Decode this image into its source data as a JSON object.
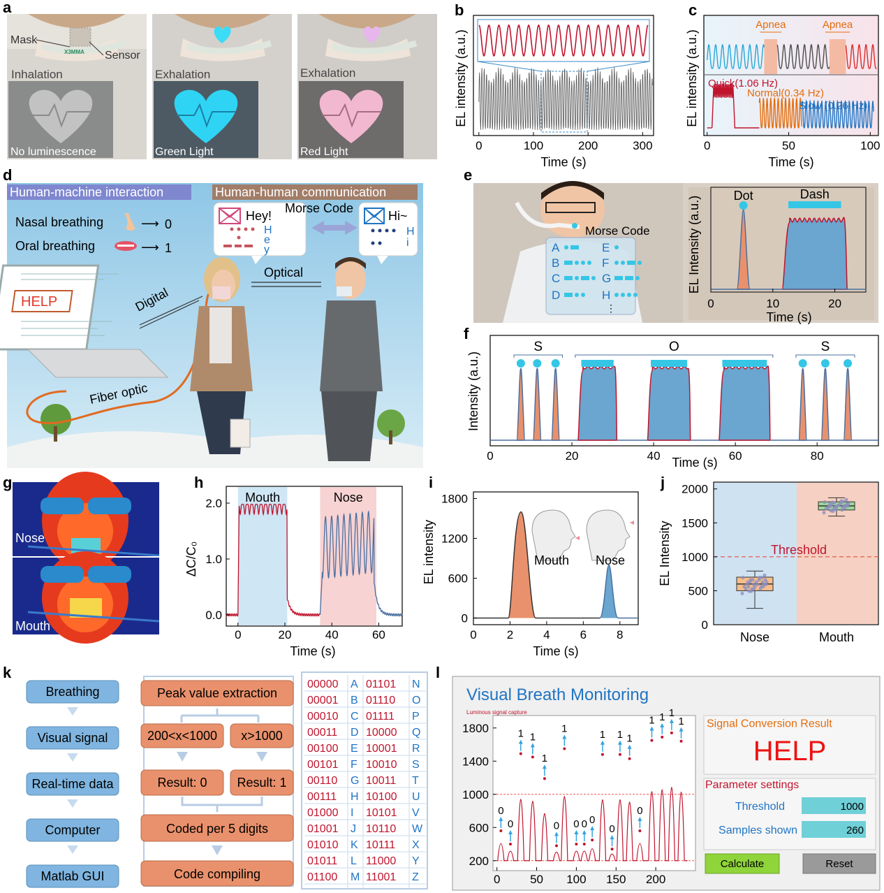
{
  "panel_letters": [
    "a",
    "b",
    "c",
    "d",
    "e",
    "f",
    "g",
    "h",
    "i",
    "j",
    "k",
    "l"
  ],
  "panel_a": {
    "labels": {
      "mask": "Mask",
      "sensor": "Sensor",
      "sensor_text": "X3MMA"
    },
    "photos": [
      {
        "state": "Inhalation",
        "caption": "No luminescence",
        "heart_color": "#c8c8c8"
      },
      {
        "state": "Exhalation",
        "caption": "Green Light",
        "heart_color": "#2fd4f5"
      },
      {
        "state": "Exhalation",
        "caption": "Red Light",
        "heart_color": "#f2b8d0"
      }
    ]
  },
  "panel_d": {
    "hmi_title": "Human-machine interaction",
    "hhc_title": "Human-human communication",
    "nasal": "Nasal breathing",
    "nasal_value": "0",
    "oral": "Oral breathing",
    "oral_value": "1",
    "arrow": "⟶",
    "morse_code": "Morse Code",
    "hey": "Hey!",
    "hey_letters": [
      "H",
      "e",
      "y"
    ],
    "hi": "Hi~",
    "hi_letters": [
      "H",
      "i"
    ],
    "help": "HELP",
    "digital": "Digital",
    "optical": "Optical",
    "fiber": "Fiber optic"
  },
  "panel_e": {
    "morse_label": "Morse Code",
    "letters": [
      "A",
      "B",
      "C",
      "D",
      "E",
      "F",
      "G",
      "H"
    ],
    "more": "⋮"
  },
  "panel_g": {
    "nose": "Nose",
    "mouth": "Mouth"
  },
  "panel_i": {
    "mouth": "Mouth",
    "nose": "Nose"
  },
  "panel_k": {
    "flow_left": [
      "Breathing",
      "Visual signal",
      "Real-time data",
      "Computer",
      "Matlab GUI"
    ],
    "peak": "Peak value extraction",
    "cond0": "200<x<1000",
    "cond1": "x>1000",
    "res0": "Result: 0",
    "res1": "Result: 1",
    "coded": "Coded per 5 digits",
    "compile": "Code compiling",
    "table": [
      [
        "00000",
        "A",
        "01101",
        "N"
      ],
      [
        "00001",
        "B",
        "01110",
        "O"
      ],
      [
        "00010",
        "C",
        "01111",
        "P"
      ],
      [
        "00011",
        "D",
        "10000",
        "Q"
      ],
      [
        "00100",
        "E",
        "10001",
        "R"
      ],
      [
        "00101",
        "F",
        "10010",
        "S"
      ],
      [
        "00110",
        "G",
        "10011",
        "T"
      ],
      [
        "00111",
        "H",
        "10100",
        "U"
      ],
      [
        "01000",
        "I",
        "10101",
        "V"
      ],
      [
        "01001",
        "J",
        "10110",
        "W"
      ],
      [
        "01010",
        "K",
        "10111",
        "X"
      ],
      [
        "01011",
        "L",
        "11000",
        "Y"
      ],
      [
        "01100",
        "M",
        "11001",
        "Z"
      ]
    ]
  },
  "panel_l": {
    "title": "Visual Breath Monitoring",
    "plot_caption": "Luminous signal capture",
    "result_title": "Signal Conversion Result",
    "result": "HELP",
    "params_title": "Parameter settings",
    "threshold_label": "Threshold",
    "threshold_value": "1000",
    "samples_label": "Samples shown",
    "samples_value": "260",
    "calculate": "Calculate",
    "reset": "Reset"
  },
  "colors": {
    "red": "#c0142d",
    "blue": "#1f74c4",
    "orange": "#e46c0a",
    "fill_orange": "#e9916c",
    "fill_blue": "#6aa6cf",
    "cyan": "#35c6e6",
    "teal_box": "#6fd0d8"
  },
  "chart_data": [
    {
      "id": "b",
      "type": "line",
      "xlabel": "Time (s)",
      "ylabel": "EL intensity (a.u.)",
      "xticks": [
        0,
        100,
        200,
        300
      ],
      "xlim": [
        -10,
        320
      ],
      "series": [
        {
          "values": "dense oscillating trace 0-320 s"
        },
        {
          "values": "zoom 110-190 s, 17 peaks"
        }
      ],
      "zoom_range": [
        110,
        190
      ]
    },
    {
      "id": "c",
      "type": "line",
      "xlabel": "Time (s)",
      "ylabel": "EL intensity (a.u.)",
      "xticks": [
        0,
        50,
        100
      ],
      "xlim": [
        -2,
        105
      ],
      "annotations": [
        "Apnea",
        "Apnea"
      ],
      "apnea_ranges": [
        [
          35,
          43
        ],
        [
          75,
          85
        ]
      ],
      "series": [
        {
          "name": "Quick(1.06 Hz)",
          "range": [
            0,
            17
          ]
        },
        {
          "name": "Normal(0.34 Hz)",
          "range": [
            32,
            60
          ]
        },
        {
          "name": "Slow (0.26 Hz)",
          "range": [
            60,
            102
          ]
        }
      ]
    },
    {
      "id": "e",
      "type": "line",
      "xlabel": "Time (s)",
      "ylabel": "EL Intensity (a.u.)",
      "xticks": [
        0,
        10,
        20
      ],
      "xlim": [
        0,
        25
      ],
      "annotations": [
        "Dot",
        "Dash"
      ],
      "pulses": [
        {
          "label": "Dot",
          "start": 4.2,
          "end": 6.3
        },
        {
          "label": "Dash",
          "start": 11.5,
          "end": 22
        }
      ]
    },
    {
      "id": "f",
      "type": "line",
      "xlabel": "Time (s)",
      "ylabel": "Intensity (a.u.)",
      "xticks": [
        0,
        20,
        40,
        60,
        80
      ],
      "xlim": [
        0,
        95
      ],
      "groups": [
        "S",
        "O",
        "S"
      ],
      "pulses": [
        [
          6.5,
          8.5
        ],
        [
          10.5,
          12.5
        ],
        [
          15,
          17
        ],
        [
          21.5,
          31
        ],
        [
          38.5,
          49
        ],
        [
          56,
          68.5
        ],
        [
          75.5,
          77.5
        ],
        [
          81,
          83
        ],
        [
          86.5,
          88.5
        ]
      ]
    },
    {
      "id": "h",
      "type": "line",
      "xlabel": "Time (s)",
      "ylabel": "ΔC/C₀",
      "xticks": [
        0,
        20,
        40,
        60
      ],
      "yticks": [
        0.0,
        1.0,
        2.0
      ],
      "xlim": [
        -5,
        70
      ],
      "ylim": [
        -0.2,
        2.3
      ],
      "annotations": [
        "Mouth",
        "Nose"
      ],
      "regions": [
        {
          "name": "Mouth",
          "range": [
            0,
            21
          ]
        },
        {
          "name": "Nose",
          "range": [
            35,
            59
          ]
        }
      ]
    },
    {
      "id": "i",
      "type": "area",
      "xlabel": "Time (s)",
      "ylabel": "EL intensity",
      "xticks": [
        0,
        2,
        4,
        6,
        8
      ],
      "yticks": [
        0,
        600,
        1200,
        1800
      ],
      "xlim": [
        0,
        9
      ],
      "ylim": [
        -100,
        1900
      ],
      "series": [
        {
          "name": "Mouth",
          "peak_x": 2.6,
          "peak_y": 1600
        },
        {
          "name": "Nose",
          "peak_x": 7.4,
          "peak_y": 800
        }
      ]
    },
    {
      "id": "j",
      "type": "box",
      "ylabel": "EL Intensity",
      "categories": [
        "Nose",
        "Mouth"
      ],
      "yticks": [
        0,
        500,
        1000,
        1500,
        2000
      ],
      "ylim": [
        0,
        2100
      ],
      "threshold": {
        "label": "Threshold",
        "value": 1000
      },
      "boxes": [
        {
          "category": "Nose",
          "min": 240,
          "q1": 500,
          "median": 600,
          "q3": 700,
          "max": 790
        },
        {
          "category": "Mouth",
          "min": 1600,
          "q1": 1690,
          "median": 1750,
          "q3": 1810,
          "max": 1870
        }
      ]
    },
    {
      "id": "l",
      "type": "line",
      "xticks": [
        0,
        50,
        100,
        150,
        200
      ],
      "yticks": [
        200,
        600,
        1000,
        1400,
        1800
      ],
      "xlim": [
        -5,
        250
      ],
      "ylim": [
        80,
        1950
      ],
      "threshold": 1000,
      "peaks": [
        {
          "x": 5,
          "y": 560,
          "bit": "0"
        },
        {
          "x": 17,
          "y": 400,
          "bit": "0"
        },
        {
          "x": 30,
          "y": 1490,
          "bit": "1"
        },
        {
          "x": 45,
          "y": 1450,
          "bit": "1"
        },
        {
          "x": 60,
          "y": 1190,
          "bit": "1"
        },
        {
          "x": 75,
          "y": 380,
          "bit": "0"
        },
        {
          "x": 85,
          "y": 1550,
          "bit": "1"
        },
        {
          "x": 100,
          "y": 400,
          "bit": "0"
        },
        {
          "x": 110,
          "y": 400,
          "bit": "0"
        },
        {
          "x": 120,
          "y": 450,
          "bit": "0"
        },
        {
          "x": 133,
          "y": 1480,
          "bit": "1"
        },
        {
          "x": 145,
          "y": 340,
          "bit": "0"
        },
        {
          "x": 155,
          "y": 1480,
          "bit": "1"
        },
        {
          "x": 167,
          "y": 1430,
          "bit": "1"
        },
        {
          "x": 180,
          "y": 560,
          "bit": "0"
        },
        {
          "x": 195,
          "y": 1650,
          "bit": "1"
        },
        {
          "x": 208,
          "y": 1690,
          "bit": "1"
        },
        {
          "x": 220,
          "y": 1740,
          "bit": "1"
        },
        {
          "x": 232,
          "y": 1640,
          "bit": "1"
        }
      ]
    }
  ]
}
